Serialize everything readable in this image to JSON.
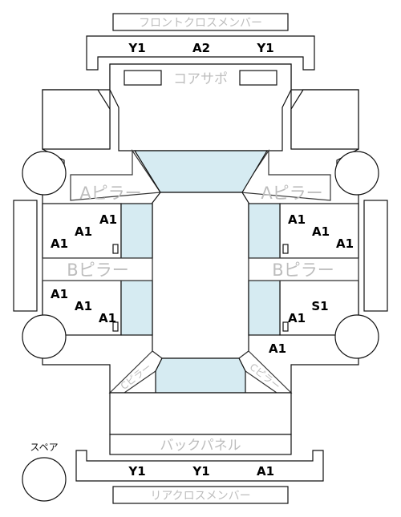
{
  "labels": {
    "front_cross_member": "フロントクロスメンバー",
    "core_support": "コアサポ",
    "a_pillar_left": "Aピラー",
    "a_pillar_right": "Aピラー",
    "b_pillar_left": "Bピラー",
    "b_pillar_right": "Bピラー",
    "c_pillar_left": "Cピラー",
    "c_pillar_right": "Cピラー",
    "back_panel": "バックパネル",
    "spare": "スペア",
    "rear_cross_member": "リアクロスメンバー"
  },
  "grades": {
    "front_member": [
      "Y1",
      "A2",
      "Y1"
    ],
    "rear_member": [
      "Y1",
      "Y1",
      "A1"
    ],
    "left_front_door": [
      "A1",
      "A1",
      "A1"
    ],
    "right_front_door": [
      "A1",
      "A1",
      "A1"
    ],
    "left_rear_door": [
      "A1",
      "A1",
      "A1"
    ],
    "right_rear_door": [
      "S1",
      "A1"
    ],
    "right_rear_quarter": "A1"
  },
  "colors": {
    "glass": "#d6ebf2",
    "outline": "#111111",
    "label_gray": "#bdbdbd"
  }
}
